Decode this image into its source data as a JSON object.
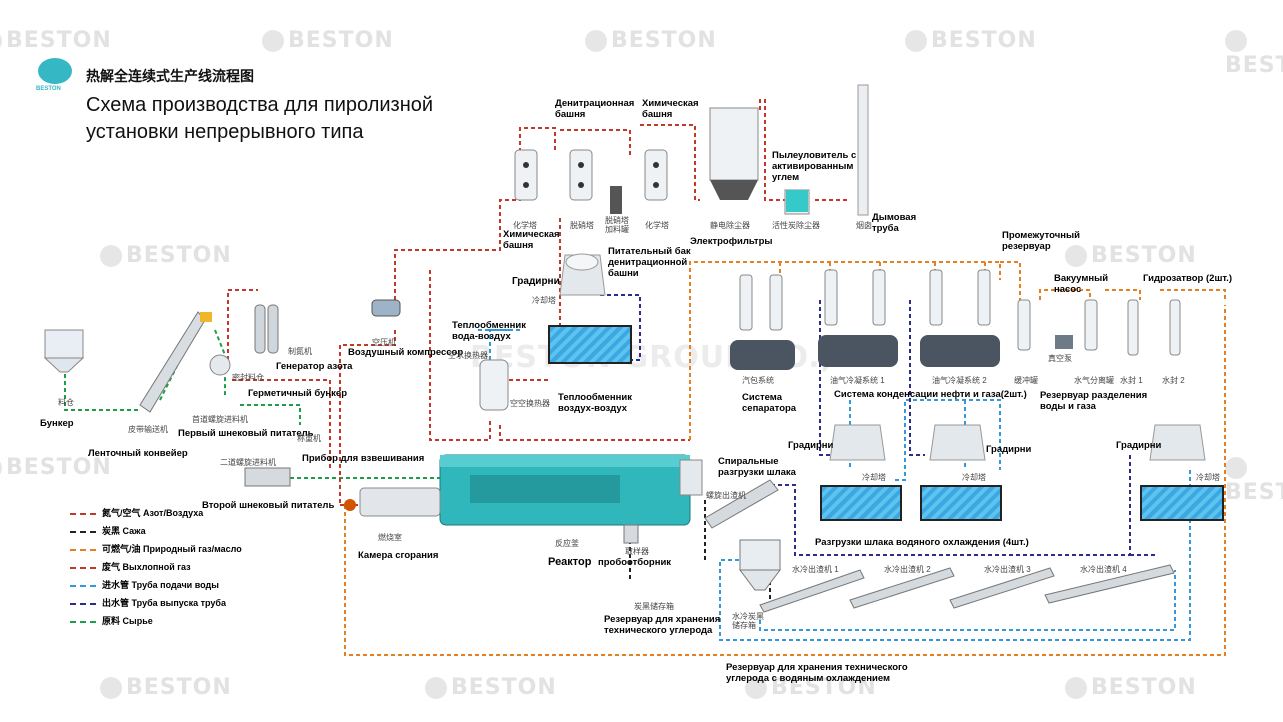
{
  "brand": {
    "name": "BESTON",
    "logo_text": "BESTON",
    "accent": "#35b8c4"
  },
  "header": {
    "title_cn": "热解全连续式生产线流程图",
    "title_ru_line1": "Схема производства для пиролизной",
    "title_ru_line2": "установки непрерывного типа"
  },
  "watermark": {
    "text": "BESTON",
    "faint_text": "BESTON GROUP CO.,LTD"
  },
  "legend": [
    {
      "cn": "氮气/空气",
      "ru": "Азот/Воздуха",
      "color": "#c0392b"
    },
    {
      "cn": "炭黑",
      "ru": "Сажа",
      "color": "#222222"
    },
    {
      "cn": "可燃气/油",
      "ru": "Природный газ/масло",
      "color": "#e67e22"
    },
    {
      "cn": "废气",
      "ru": "Выхлопной газ",
      "color": "#c0392b"
    },
    {
      "cn": "进水管",
      "ru": "Труба подачи воды",
      "color": "#3498db"
    },
    {
      "cn": "出水管",
      "ru": "Труба выпуска труба",
      "color": "#2c2c8c"
    },
    {
      "cn": "原料",
      "ru": "Сырье",
      "color": "#1e9e4a"
    }
  ],
  "labels": {
    "bunker": "Бункер",
    "bunker_cn": "料仓",
    "belt": "Ленточный конвейер",
    "belt_cn": "皮带输送机",
    "first_feeder": "Первый шнековый питатель",
    "first_feeder_cn": "首道螺旋进料机",
    "sealed_bunker": "Герметичный бункер",
    "sealed_bunker_cn": "密封料仓",
    "weigh_cn": "称重机",
    "weigh": "Прибор для взвешивания",
    "nitrogen": "Генератор азота",
    "nitrogen_cn": "制氮机",
    "compressor": "Воздушный компрессор",
    "compressor_cn": "空压机",
    "second_feeder": "Второй шнековый питатель",
    "second_feeder_cn": "二道螺旋进料机",
    "combustion": "Камера сгорания",
    "combustion_cn": "燃烧室",
    "reactor": "Реактор",
    "reactor_cn": "反应釜",
    "hx_water_air": "Теплообменник\nвода-воздух",
    "hx_water_air_cn": "空水换热器",
    "hx_air_air": "Теплообменник\nвоздух-воздух",
    "hx_air_air_cn": "空空换热器",
    "cooling_tower": "Градирни",
    "cooling_tower_cn": "冷却塔",
    "denitration_tank": "Питательный бак\nденитрационной\nбашни",
    "chem_tower_1": "Химическая\nбашня",
    "chem_tower_1_cn": "化学塔",
    "denitration": "Денитрационная\nбашня",
    "denitration_cn": "脱硝塔",
    "denit_tank_cn": "脱硝塔\n加料罐",
    "chem_tower_2": "Химическая\nбашня",
    "chem_tower_2_cn": "化学塔",
    "esp": "Электрофильтры",
    "esp_cn": "静电除尘器",
    "carbon_filter": "Пылеуловитель с\nактивированным\nуглем",
    "carbon_filter_cn": "活性炭除尘器",
    "chimney": "Дымовая\nтруба",
    "chimney_cn": "烟囱",
    "separator": "Система\nсепаратора",
    "separator_cn": "汽包系统",
    "condense1_cn": "油气冷凝系统 1",
    "condense2_cn": "油气冷凝系统 2",
    "condense": "Система конденсации нефти и газа(2шт.)",
    "interm_tank": "Промежуточный\nрезервуар",
    "buffer_cn": "缓冲罐",
    "vacuum": "Вакуумный\nнасос",
    "vacuum_cn": "真空泵",
    "water_sep": "Резервуар разделения\nводы и газа",
    "water_sep_cn": "水气分离罐",
    "hydroseal": "Гидрозатвор (2шт.)",
    "seal1_cn": "水封 1",
    "seal2_cn": "水封 2",
    "spiral_disch": "Спиральные\nразгрузки шлака",
    "spiral_disch_cn": "螺旋出渣机",
    "sampler": "пробоотборник",
    "sampler_cn": "取样器",
    "carbon_tank": "Резервуар для хранения\nтехнического углерода",
    "carbon_tank_cn": "炭黑储存箱",
    "water_cool_disch": "Разгрузки шлака водяного охлаждения (4шт.)",
    "wc1_cn": "水冷出渣机 1",
    "wc2_cn": "水冷出渣机 2",
    "wc3_cn": "水冷出渣机 3",
    "wc4_cn": "水冷出渣机 4",
    "wc_tank_cn": "水冷炭黑\n储存箱",
    "wc_tank": "Резервуар для хранения технического\nуглерода с водяным охлаждением"
  }
}
